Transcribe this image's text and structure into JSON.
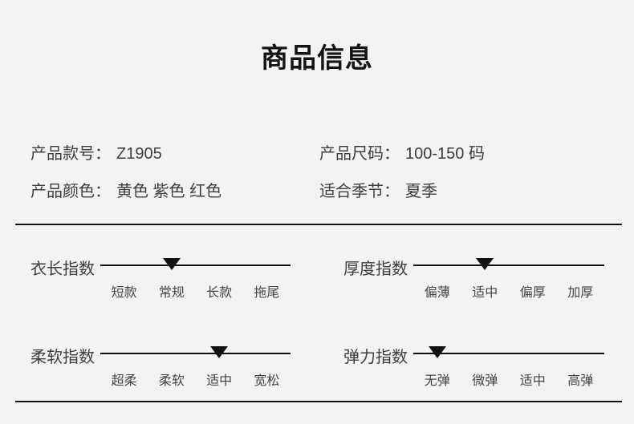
{
  "page": {
    "title": "商品信息",
    "background": "#f3f3f3"
  },
  "info": {
    "items": [
      {
        "label": "产品款号：",
        "value": "Z1905"
      },
      {
        "label": "产品尺码：",
        "value": "100-150 码"
      },
      {
        "label": "产品颜色：",
        "value": "黄色 紫色 红色"
      },
      {
        "label": "适合季节：",
        "value": "夏季"
      }
    ]
  },
  "indexes": [
    {
      "name": "衣长指数",
      "levels": [
        "短款",
        "常规",
        "长款",
        "拖尾"
      ],
      "selected": 1
    },
    {
      "name": "厚度指数",
      "levels": [
        "偏薄",
        "适中",
        "偏厚",
        "加厚"
      ],
      "selected": 1
    },
    {
      "name": "柔软指数",
      "levels": [
        "超柔",
        "柔软",
        "适中",
        "宽松"
      ],
      "selected": 2
    },
    {
      "name": "弹力指数",
      "levels": [
        "无弹",
        "微弹",
        "适中",
        "高弹"
      ],
      "selected": 0
    }
  ],
  "colors": {
    "background": "#f3f3f3",
    "title_text": "#141414",
    "body_text": "#3d3d3d",
    "scale_label_text": "#454545",
    "line": "#111111",
    "marker": "#111111"
  }
}
